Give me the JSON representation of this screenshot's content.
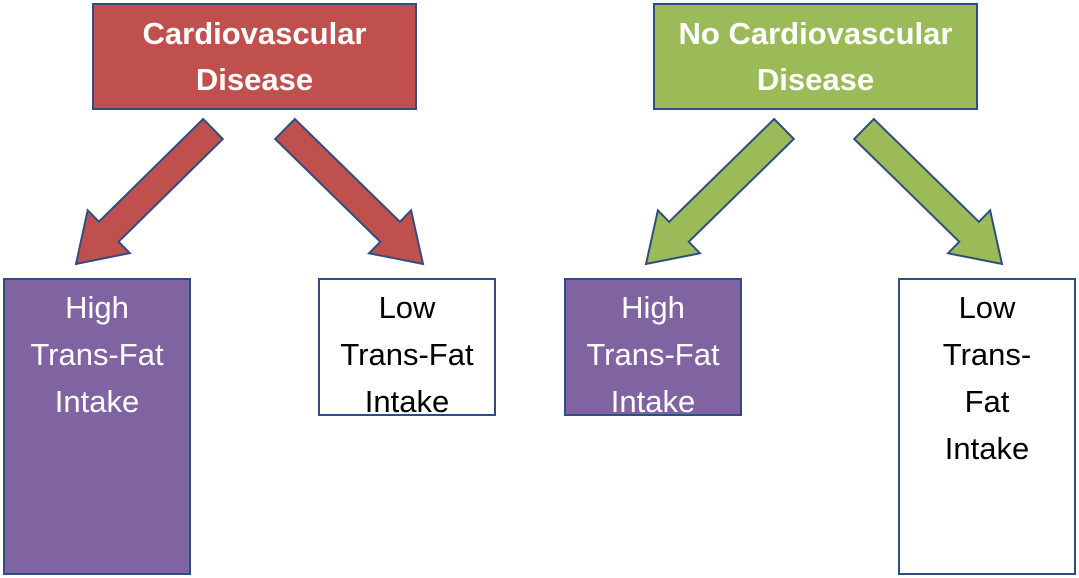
{
  "colors": {
    "cvd": "#c0504d",
    "no_cvd": "#9bbb59",
    "high_intake": "#8064a2",
    "low_intake": "#ffffff",
    "border": "#2f4d7e"
  },
  "groups": [
    {
      "id": "cvd",
      "label_lines": [
        "Cardiovascular",
        "Disease"
      ],
      "high": {
        "label_lines": [
          "High",
          "Trans-Fat",
          "Intake"
        ]
      },
      "low": {
        "label_lines": [
          "Low",
          "Trans-Fat",
          "Intake"
        ]
      }
    },
    {
      "id": "no-cvd",
      "label_lines": [
        "No Cardiovascular",
        "Disease"
      ],
      "high": {
        "label_lines": [
          "High",
          "Trans-Fat",
          "Intake"
        ]
      },
      "low": {
        "label_lines": [
          "Low",
          "Trans-",
          "Fat",
          "Intake"
        ]
      }
    }
  ]
}
